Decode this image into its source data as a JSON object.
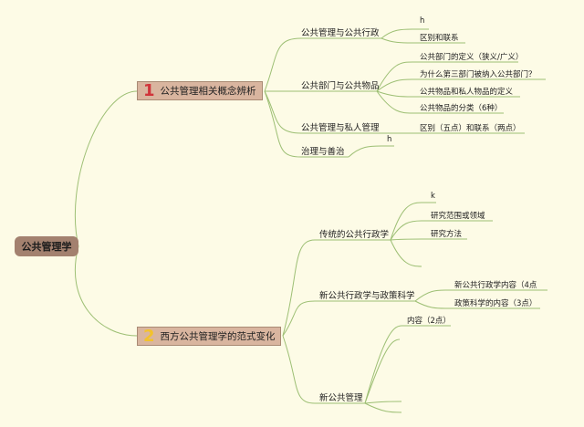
{
  "root": "公共管理学",
  "branch1": {
    "number": "1",
    "title": "公共管理相关概念辨析",
    "items": [
      {
        "label": "公共管理与公共行政",
        "children": [
          "h",
          "区别和联系"
        ]
      },
      {
        "label": "公共部门与公共物品",
        "children": [
          "公共部门的定义（狭义/广义）",
          "为什么第三部门被纳入公共部门？",
          "公共物品和私人物品的定义",
          "公共物品的分类（6种）"
        ]
      },
      {
        "label": "公共管理与私人管理",
        "children": [
          "区别（五点）和联系（两点）"
        ]
      },
      {
        "label": "治理与善治",
        "children": [
          "h"
        ]
      }
    ]
  },
  "branch2": {
    "number": "2",
    "title": "西方公共管理学的范式变化",
    "items": [
      {
        "label": "传统的公共行政学",
        "children": [
          "k",
          "研究范围或领域",
          "研究方法"
        ]
      },
      {
        "label": "新公共行政学与政策科学",
        "children": [
          "新公共行政学内容（4点",
          "政策科学的内容（3点）"
        ]
      },
      {
        "label": "新公共管理",
        "children": [
          "内容（2点）"
        ]
      }
    ]
  },
  "colors": {
    "line": "#9dbf74",
    "root_bg": "#a3816f",
    "branch_bg": "#d9b59f",
    "num1": "#d0343a",
    "num2": "#f3c22c"
  }
}
